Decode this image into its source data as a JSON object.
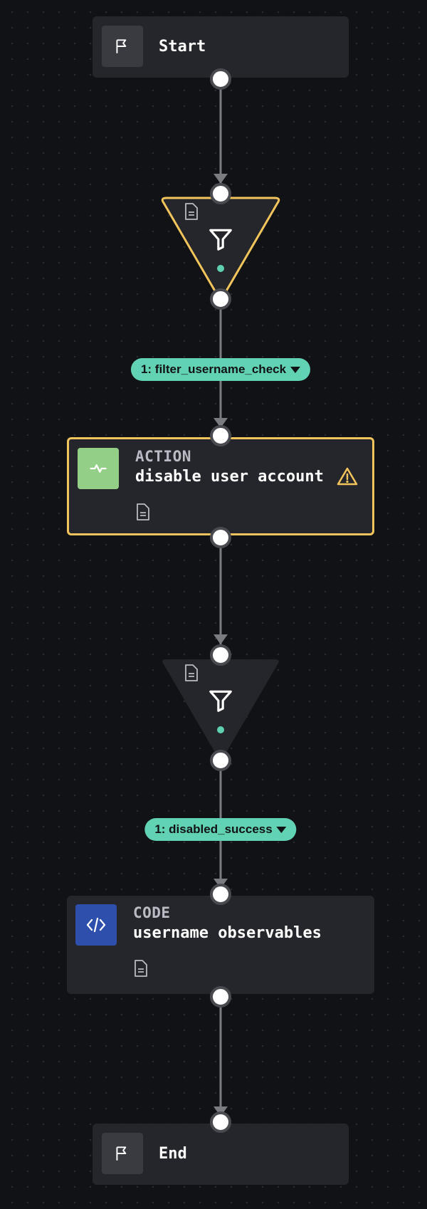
{
  "theme": {
    "background": "#111215",
    "node_bg": "#25262b",
    "selected_border": "#f2c55c",
    "edge_color": "#7a7c82",
    "label_pill": "#62d2b4",
    "action_icon_bg": "#93cf86",
    "code_icon_bg": "#2f4fad"
  },
  "nodes": {
    "start": {
      "label": "Start",
      "icon": "flag-icon"
    },
    "filter_1": {
      "icons": [
        "document-icon",
        "funnel-icon",
        "status-dot"
      ],
      "selected": true
    },
    "edge_label_1": {
      "label": "1: filter_username_check",
      "icon": "caret-down-icon"
    },
    "action": {
      "kind": "ACTION",
      "title": "disable user account",
      "icon": "pulse-icon",
      "status_icon": "warning-icon",
      "selected": true
    },
    "filter_2": {
      "icons": [
        "document-icon",
        "funnel-icon",
        "status-dot"
      ],
      "selected": false
    },
    "edge_label_2": {
      "label": "1: disabled_success",
      "icon": "caret-down-icon"
    },
    "code": {
      "kind": "CODE",
      "title": "username observables",
      "icon": "code-brackets-icon"
    },
    "end": {
      "label": "End",
      "icon": "flag-icon"
    }
  }
}
